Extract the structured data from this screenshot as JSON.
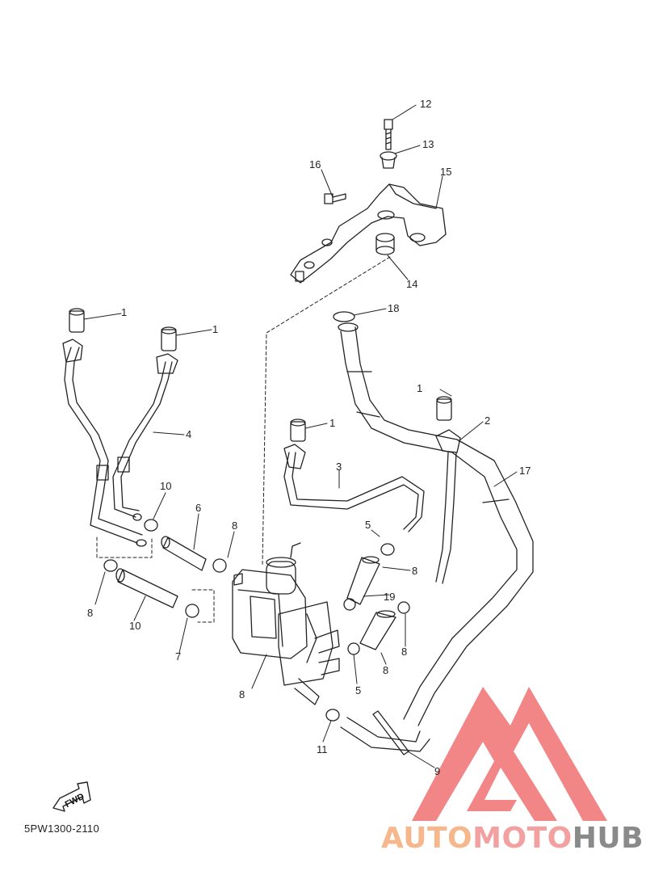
{
  "diagram": {
    "part_code": "5PW1300-2110",
    "fwd_label": "FWD",
    "callouts": [
      {
        "id": "c12",
        "text": "12"
      },
      {
        "id": "c13",
        "text": "13"
      },
      {
        "id": "c16",
        "text": "16"
      },
      {
        "id": "c15",
        "text": "15"
      },
      {
        "id": "c14",
        "text": "14"
      },
      {
        "id": "c18",
        "text": "18"
      },
      {
        "id": "c1a",
        "text": "1"
      },
      {
        "id": "c1b",
        "text": "1"
      },
      {
        "id": "c1c",
        "text": "1"
      },
      {
        "id": "c1d",
        "text": "1"
      },
      {
        "id": "c2",
        "text": "2"
      },
      {
        "id": "c4",
        "text": "4"
      },
      {
        "id": "c3",
        "text": "3"
      },
      {
        "id": "c17",
        "text": "17"
      },
      {
        "id": "c10a",
        "text": "10"
      },
      {
        "id": "c6",
        "text": "6"
      },
      {
        "id": "c8a",
        "text": "8"
      },
      {
        "id": "c8b",
        "text": "8"
      },
      {
        "id": "c5a",
        "text": "5"
      },
      {
        "id": "c8c",
        "text": "8"
      },
      {
        "id": "c10b",
        "text": "10"
      },
      {
        "id": "c7",
        "text": "7"
      },
      {
        "id": "c8d",
        "text": "8"
      },
      {
        "id": "c8e",
        "text": "8"
      },
      {
        "id": "c5b",
        "text": "5"
      },
      {
        "id": "c8f",
        "text": "8"
      },
      {
        "id": "c11",
        "text": "11"
      },
      {
        "id": "c9",
        "text": "9"
      },
      {
        "id": "c19",
        "text": "19"
      }
    ]
  },
  "watermark": {
    "brand_part1": "AUTO",
    "brand_part2": "MOTO",
    "brand_part3": "HUB",
    "logo_color": "#f07070",
    "text_colors": {
      "auto": "#f5b78b",
      "moto": "#f2a0a0",
      "hub": "#8a8a8a"
    }
  }
}
